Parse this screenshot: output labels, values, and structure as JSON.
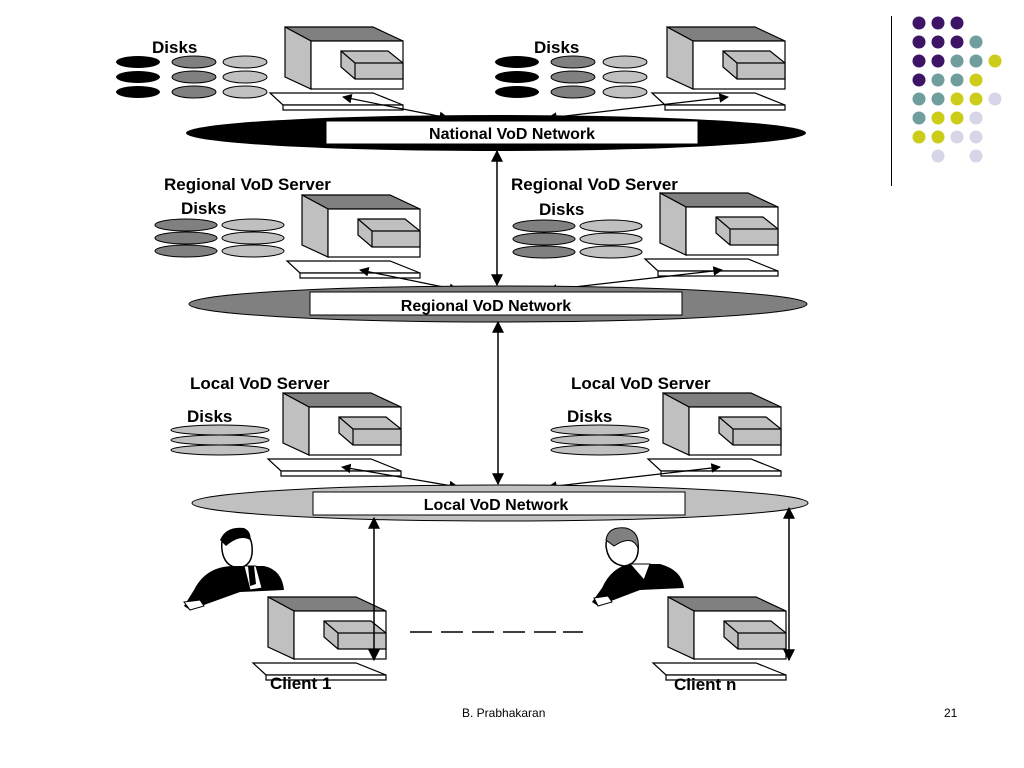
{
  "labels": {
    "disks": "Disks",
    "regional_server": "Regional VoD Server",
    "local_server": "Local VoD Server",
    "client_1": "Client 1",
    "client_n": "Client n"
  },
  "networks": {
    "national": "National VoD Network",
    "regional": "Regional VoD Network",
    "local": "Local VoD Network"
  },
  "footer": {
    "author": "B. Prabhakaran",
    "page": "21"
  },
  "colors": {
    "national_net": "#000000",
    "regional_net": "#808080",
    "local_net": "#c0c0c0",
    "dot_purple": "#3d1466",
    "dot_teal": "#6f9e9d",
    "dot_yellow": "#cccc1a",
    "dot_lavender": "#d6d6e8"
  }
}
